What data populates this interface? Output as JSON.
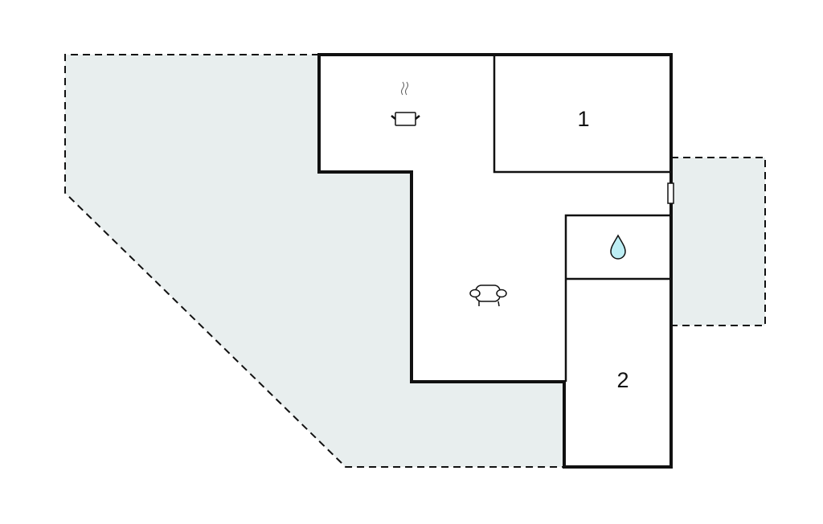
{
  "floorplan": {
    "rooms": [
      {
        "id": "bedroom-1",
        "label": "1"
      },
      {
        "id": "bedroom-2",
        "label": "2"
      }
    ],
    "icons": [
      "kitchen-pot-icon",
      "living-sofa-icon",
      "bathroom-water-drop-icon"
    ],
    "colors": {
      "terrace_fill": "#e8eeee",
      "wall": "#111111",
      "water_drop": "#bdeef4"
    }
  }
}
